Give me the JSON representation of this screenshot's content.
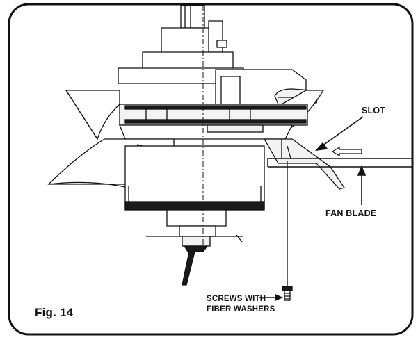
{
  "figure": {
    "label": "Fig. 14"
  },
  "callouts": {
    "slot": "SLOT",
    "fan_blade": "FAN BLADE",
    "screws_line1": "SCREWS WITH",
    "screws_line2": "FIBER WASHERS"
  },
  "colors": {
    "line": "#111111",
    "fill_light": "#f2f2f2",
    "fill_dark": "#1a1a1a",
    "background": "#ffffff"
  }
}
